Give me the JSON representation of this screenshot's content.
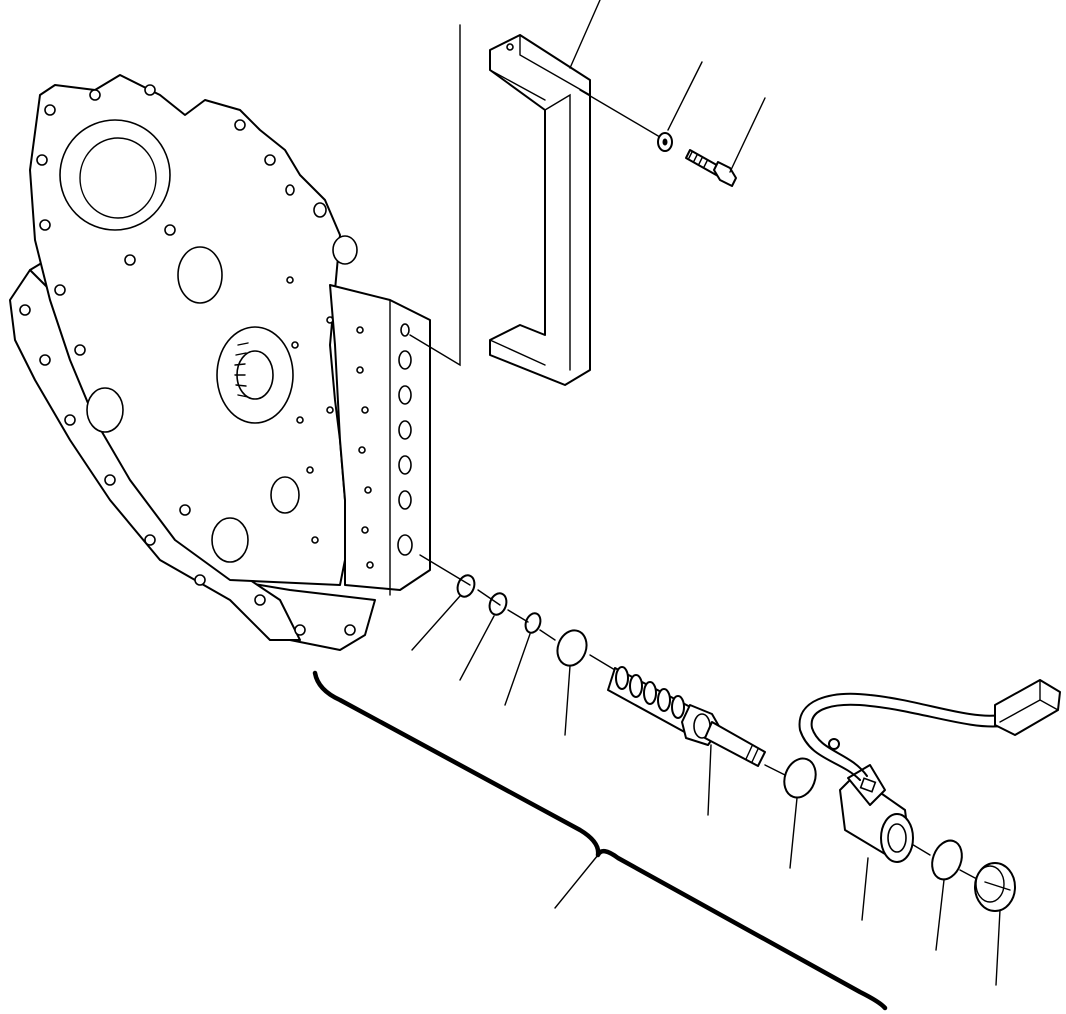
{
  "diagram": {
    "view": "exploded-view",
    "parts": [
      {
        "id": "housing-plate",
        "icon": "housing-plate-icon"
      },
      {
        "id": "bracket",
        "icon": "bracket-icon"
      },
      {
        "id": "washer",
        "icon": "washer-icon"
      },
      {
        "id": "bolt",
        "icon": "bolt-icon"
      },
      {
        "id": "o-ring-1",
        "icon": "o-ring-icon"
      },
      {
        "id": "o-ring-2",
        "icon": "o-ring-icon"
      },
      {
        "id": "o-ring-3",
        "icon": "o-ring-icon"
      },
      {
        "id": "o-ring-4",
        "icon": "o-ring-icon"
      },
      {
        "id": "solenoid-valve-spool",
        "icon": "valve-spool-icon"
      },
      {
        "id": "o-ring-5",
        "icon": "o-ring-icon"
      },
      {
        "id": "solenoid-coil",
        "icon": "solenoid-coil-icon"
      },
      {
        "id": "o-ring-6",
        "icon": "o-ring-icon"
      },
      {
        "id": "cap-nut",
        "icon": "cap-nut-icon"
      },
      {
        "id": "wire-harness-connector",
        "icon": "connector-icon"
      }
    ],
    "callouts_with_text": []
  }
}
